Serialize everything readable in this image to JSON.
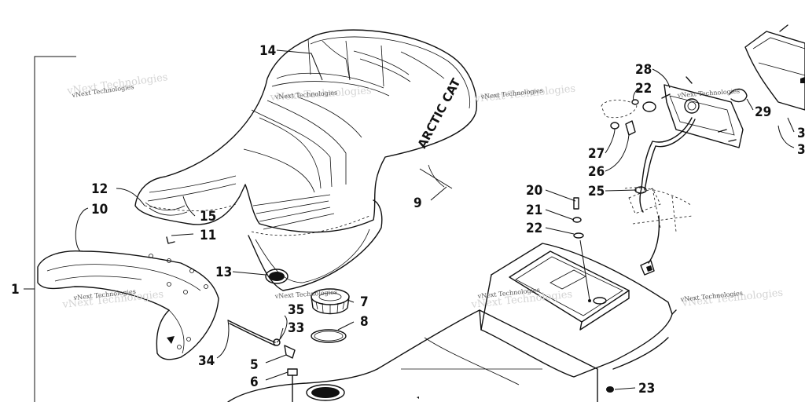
{
  "brand_logo": "ARCTIC CAT",
  "watermark": "vNext Technologies",
  "callouts": [
    "1",
    "5",
    "6",
    "7",
    "8",
    "9",
    "10",
    "11",
    "12",
    "13",
    "14",
    "15",
    "20",
    "21",
    "22",
    "22",
    "23",
    "25",
    "26",
    "27",
    "28",
    "29",
    "33",
    "34",
    "35",
    "3",
    "3"
  ]
}
